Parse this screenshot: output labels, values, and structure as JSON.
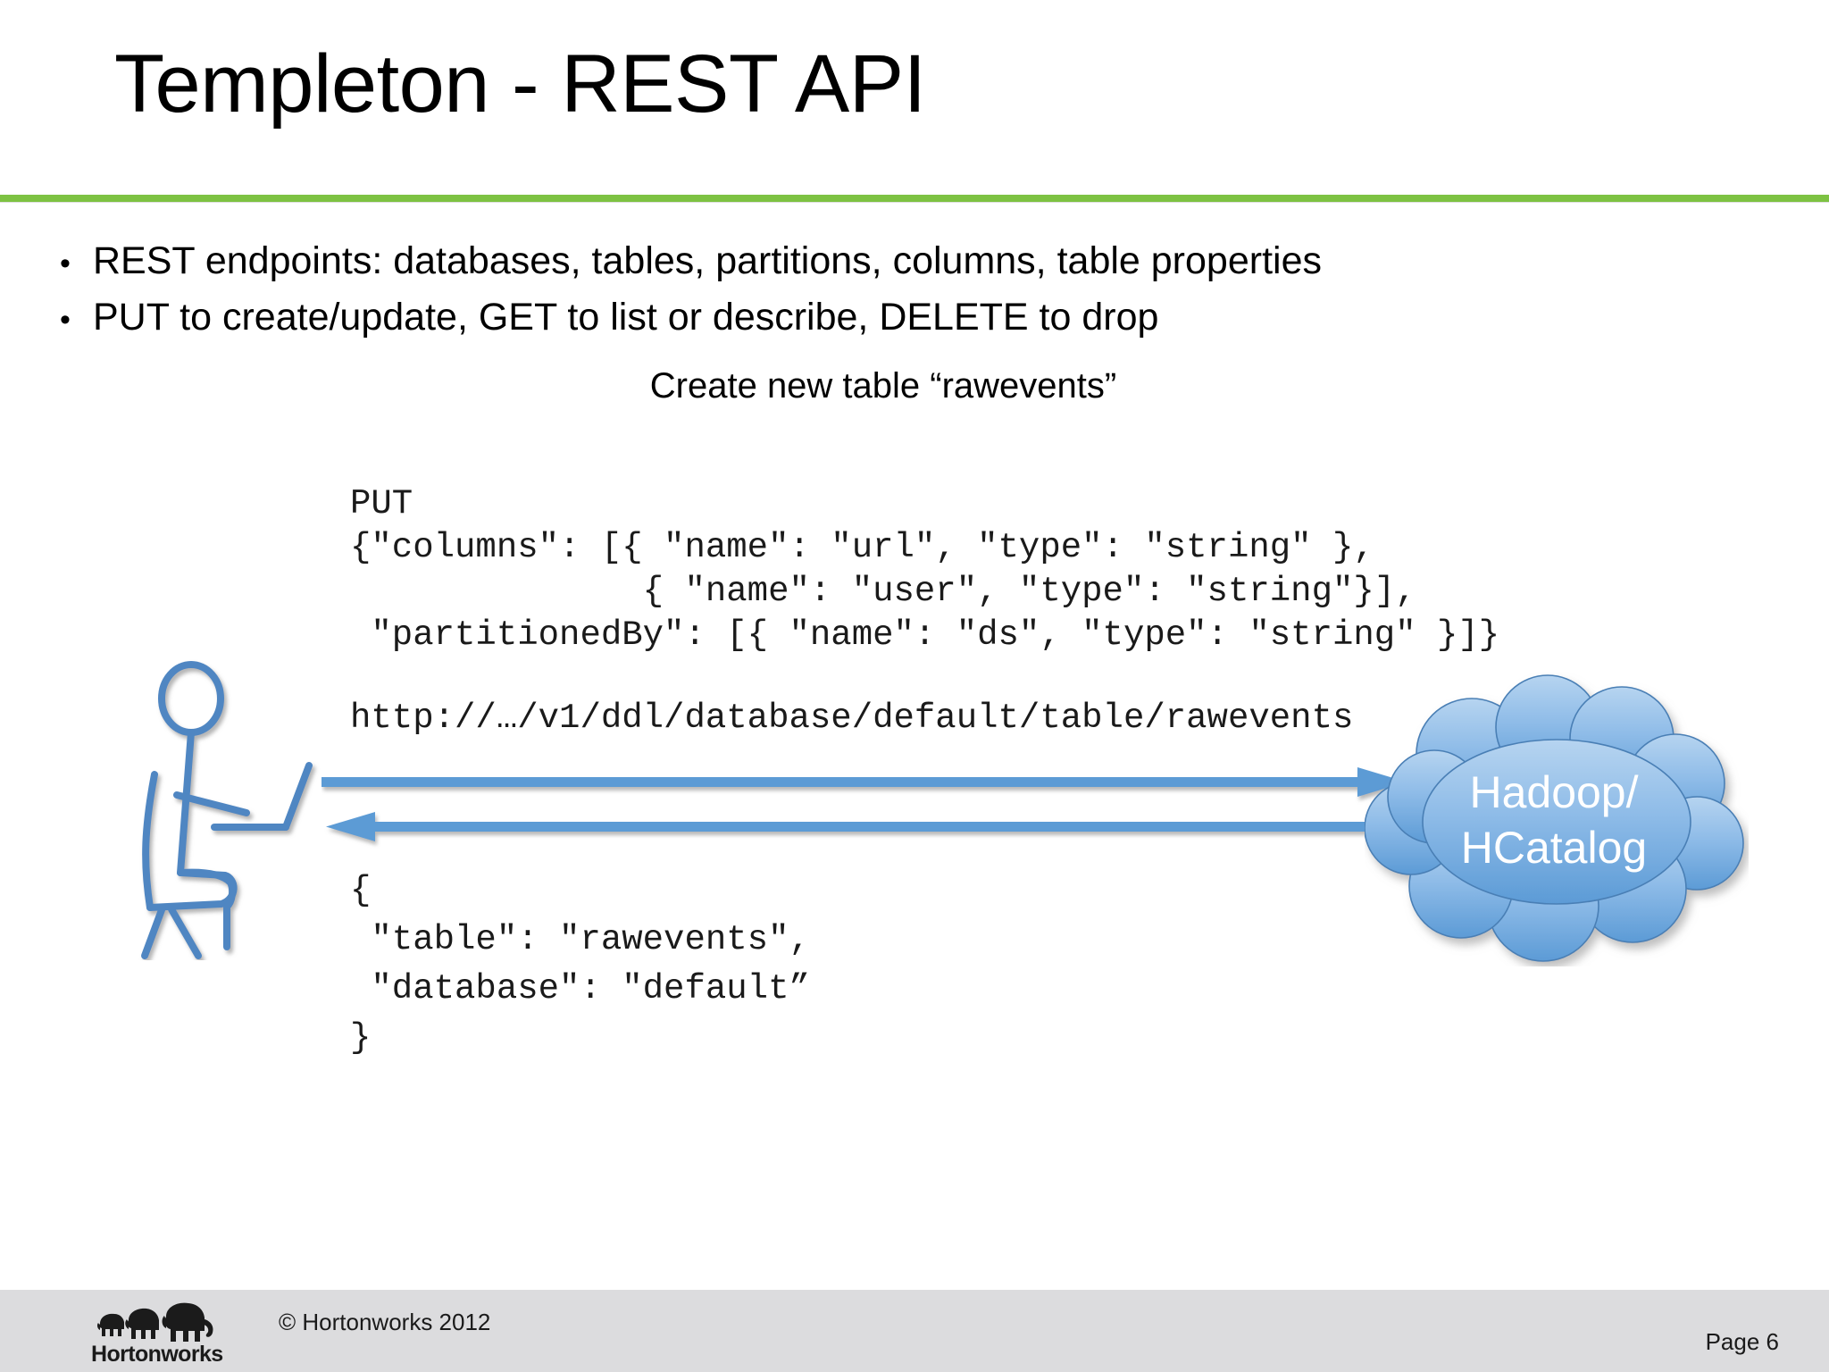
{
  "slide": {
    "title": "Templeton - REST API",
    "accent_color": "#7DC242",
    "background_color": "#FFFFFF"
  },
  "bullets": {
    "marker": "•",
    "items": [
      "REST endpoints: databases, tables, partitions, columns, table properties",
      "PUT to create/update, GET to list or describe, DELETE to drop"
    ]
  },
  "diagram": {
    "caption": "Create new table “rawevents”",
    "request": {
      "method_line": "PUT",
      "body_lines": [
        "{\"columns\": [{ \"name\": \"url\", \"type\": \"string\" },",
        "              { \"name\": \"user\", \"type\": \"string\"}],",
        " \"partitionedBy\": [{ \"name\": \"ds\", \"type\": \"string\" }]}"
      ],
      "code": "PUT\n{\"columns\": [{ \"name\": \"url\", \"type\": \"string\" },\n              { \"name\": \"user\", \"type\": \"string\"}],\n \"partitionedBy\": [{ \"name\": \"ds\", \"type\": \"string\" }]}",
      "url": "http://…/v1/ddl/database/default/table/rawevents"
    },
    "response": {
      "lines": [
        "{",
        " \"table\": \"rawevents\",",
        " \"database\": \"default”",
        "}"
      ],
      "code": "{\n \"table\": \"rawevents\",\n \"database\": \"default”\n}"
    },
    "actor": {
      "label": "user-at-laptop",
      "color": "#5289C0"
    },
    "arrows": {
      "request_direction": "right",
      "response_direction": "left",
      "color": "#5B9BD5"
    },
    "cloud": {
      "label": "Hadoop/\nHCatalog",
      "fill_top": "#A8CBEC",
      "fill_bottom": "#5B9BD5",
      "stroke": "#3E6FA8",
      "text_color": "#FFFFFF"
    }
  },
  "footer": {
    "copyright": "© Hortonworks 2012",
    "page_label": "Page 6",
    "logo_text": "Hortonworks",
    "bar_color": "#DCDCDE"
  }
}
